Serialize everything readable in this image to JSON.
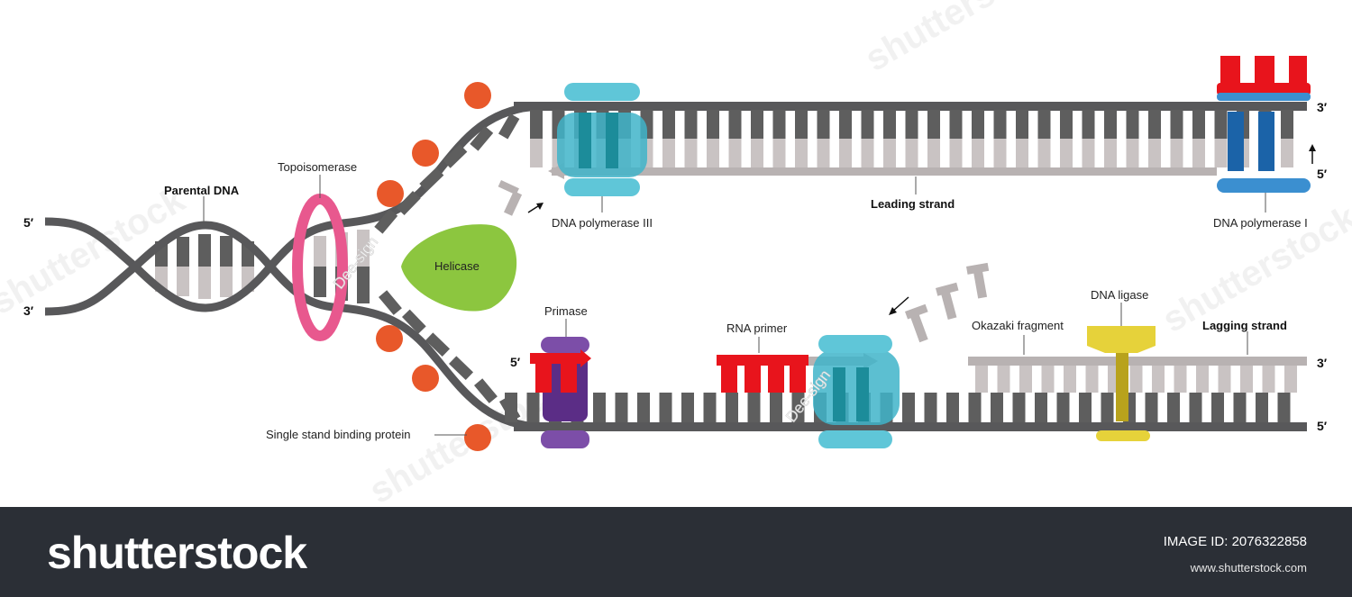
{
  "labels": {
    "parental_dna": "Parental DNA",
    "topoisomerase": "Topoisomerase",
    "helicase": "Helicase",
    "dna_polymerase_iii": "DNA polymerase III",
    "leading_strand": "Leading strand",
    "dna_polymerase_i": "DNA polymerase I",
    "primase": "Primase",
    "rna_primer": "RNA primer",
    "okazaki_fragment": "Okazaki fragment",
    "dna_ligase": "DNA ligase",
    "lagging_strand": "Lagging strand",
    "ssb": "Single stand binding protein"
  },
  "ends": {
    "parental_top": "5′",
    "parental_bottom": "3′",
    "leading_top_right": "3′",
    "leading_bottom_right": "5′",
    "primase_left": "5′",
    "lagging_top_right": "3′",
    "lagging_bottom_right": "5′"
  },
  "watermarks": {
    "overlay": "Dee-sign",
    "site": "shutterstock"
  },
  "footer": {
    "brand": "shutterstock",
    "image_id_label": "IMAGE ID: 2076322858",
    "site": "www.shutterstock.com"
  },
  "colors": {
    "backbone": "#58585a",
    "base_dark": "#5e5e5e",
    "base_light": "#c9c3c3",
    "new_strand": "#b8b2b2",
    "topoisomerase": "#e8588e",
    "helicase": "#8cc63f",
    "ssb": "#e8582a",
    "polymerase_iii": "#3fb4c9",
    "polymerase_i": "#1b63a8",
    "primase": "#5b2d86",
    "rna_primer": "#e8141c",
    "ligase": "#e6d23a",
    "footer_bg": "#2b2f36"
  }
}
